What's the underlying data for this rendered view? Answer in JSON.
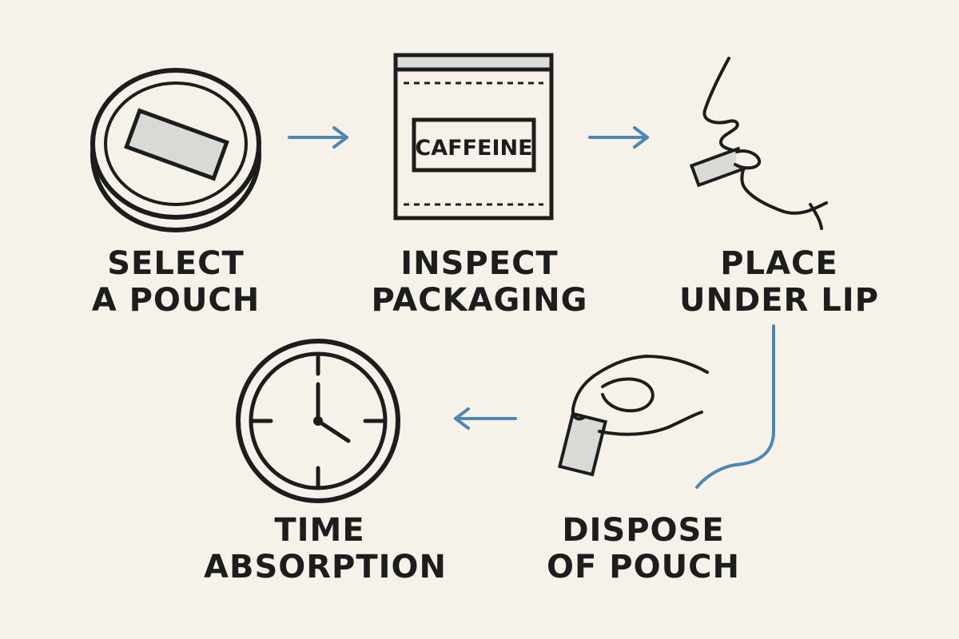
{
  "steps": [
    {
      "id": "select",
      "label_lines": [
        "SELECT",
        "A POUCH"
      ],
      "icon": "pouch-tin-icon"
    },
    {
      "id": "inspect",
      "label_lines": [
        "INSPECT",
        "PACKAGING"
      ],
      "icon": "package-icon",
      "package_text": "CAFFEINE"
    },
    {
      "id": "place",
      "label_lines": [
        "PLACE",
        "UNDER LIP"
      ],
      "icon": "face-profile-icon"
    },
    {
      "id": "time",
      "label_lines": [
        "TIME",
        "ABSORPTION"
      ],
      "icon": "clock-icon"
    },
    {
      "id": "dispose",
      "label_lines": [
        "DISPOSE",
        "OF POUCH"
      ],
      "icon": "hand-pouch-icon"
    }
  ],
  "flow": [
    "select",
    "inspect",
    "place",
    "dispose",
    "time"
  ],
  "colors": {
    "background": "#f6f2ea",
    "stroke": "#1d1d1d",
    "pouch_fill": "#d9d9d6",
    "arrow": "#4f86b3"
  }
}
